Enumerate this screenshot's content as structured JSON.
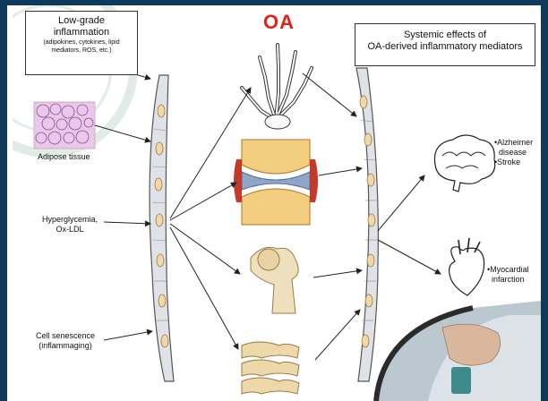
{
  "title": "OA",
  "left_box": {
    "title_line1": "Low-grade",
    "title_line2": "inflammation",
    "detail_line1": "(adipokines, cytokines, lipid",
    "detail_line2": "mediators, ROS, etc.)"
  },
  "right_box": {
    "line1": "Systemic effects of",
    "line2": "OA-derived inflammatory mediators"
  },
  "left_labels": {
    "adipose": "Adipose tissue",
    "hyper_line1": "Hyperglycemia,",
    "hyper_line2": "Ox-LDL",
    "senescence_line1": "Cell senescence",
    "senescence_line2": "(inflammaging)"
  },
  "effects": {
    "brain_line1": "•Alzheimer",
    "brain_line2": "disease",
    "brain_line3": "•Stroke",
    "heart_line1": "•Myocardial",
    "heart_line2": "infarction"
  },
  "colors": {
    "oa_title": "#e0221b",
    "background": "#103a5a",
    "vessel": "#dfe3e8",
    "cell": "#f2d7a8"
  }
}
